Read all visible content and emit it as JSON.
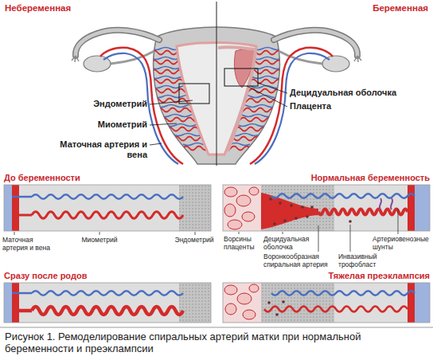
{
  "diagram": {
    "caption": "Рисунок 1. Ремоделирование спиральных артерий матки при нормальной беременности и преэклампсии",
    "nodes": [
      {
        "text": [
          "До беременности"
        ]
      },
      {
        "text": [
          "Нормальная беременность"
        ]
      },
      {
        "text": [
          "Сразу после родов"
        ]
      },
      {
        "text": [
          "Тяжелая преэклампсия"
        ]
      }
    ],
    "labels": [
      "Небеременная",
      "Беременная",
      "Децидуальная оболочка",
      "Плацента",
      "Эндометрий",
      "Миометрий",
      "Маточная артерия и вена",
      "Маточная артерия и вена",
      "Миометрий",
      "Эндометрий",
      "Ворсины плаценты",
      "Децидуальная оболочка",
      "Воронкообразная спиральная артерия",
      "Инвазивный трофобласт",
      "Артериовенозные шунты"
    ]
  }
}
